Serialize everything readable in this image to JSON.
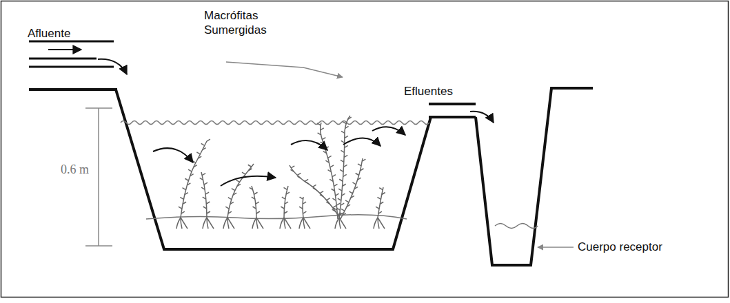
{
  "diagram": {
    "labels": [
      "Afluente",
      "Macrófitas Sumergidas",
      "Efluentes",
      "0.6 m",
      "Cuerpo receptor"
    ]
  }
}
